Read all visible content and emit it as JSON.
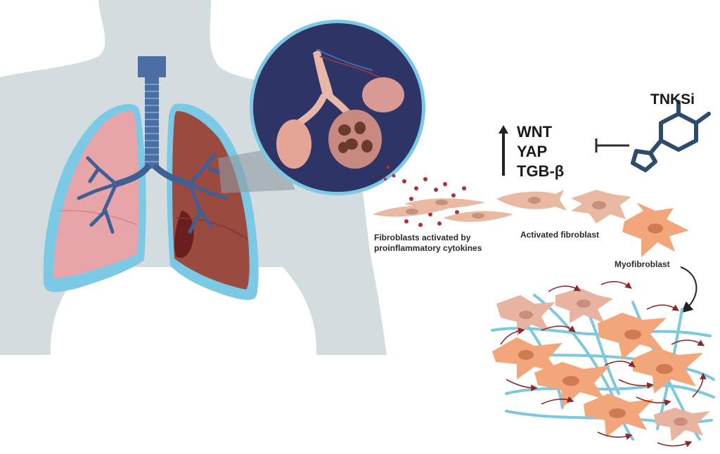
{
  "labels": {
    "fibroblasts_activated": "Fibroblasts activated by proinflammatory cytokines",
    "activated_fibroblast": "Activated fibroblast",
    "myofibroblast": "Myofibroblast"
  },
  "pathways": [
    "WNT",
    "YAP",
    "TGB-β"
  ],
  "inhibitor": "TNKSi",
  "colors": {
    "body": "#d2dcdf",
    "lung_healthy": "#e8a5a9",
    "lung_fibrotic": "#9b4a40",
    "lung_outline": "#7cc9e6",
    "airway": "#4a6fa5",
    "zoom_circle": "#2e3466",
    "fibroblast": "#e9b9a2",
    "myofibroblast": "#f2a679",
    "collagen": "#7ec8de",
    "cytokine": "#b0303a",
    "molecule": "#2d4b6b"
  }
}
